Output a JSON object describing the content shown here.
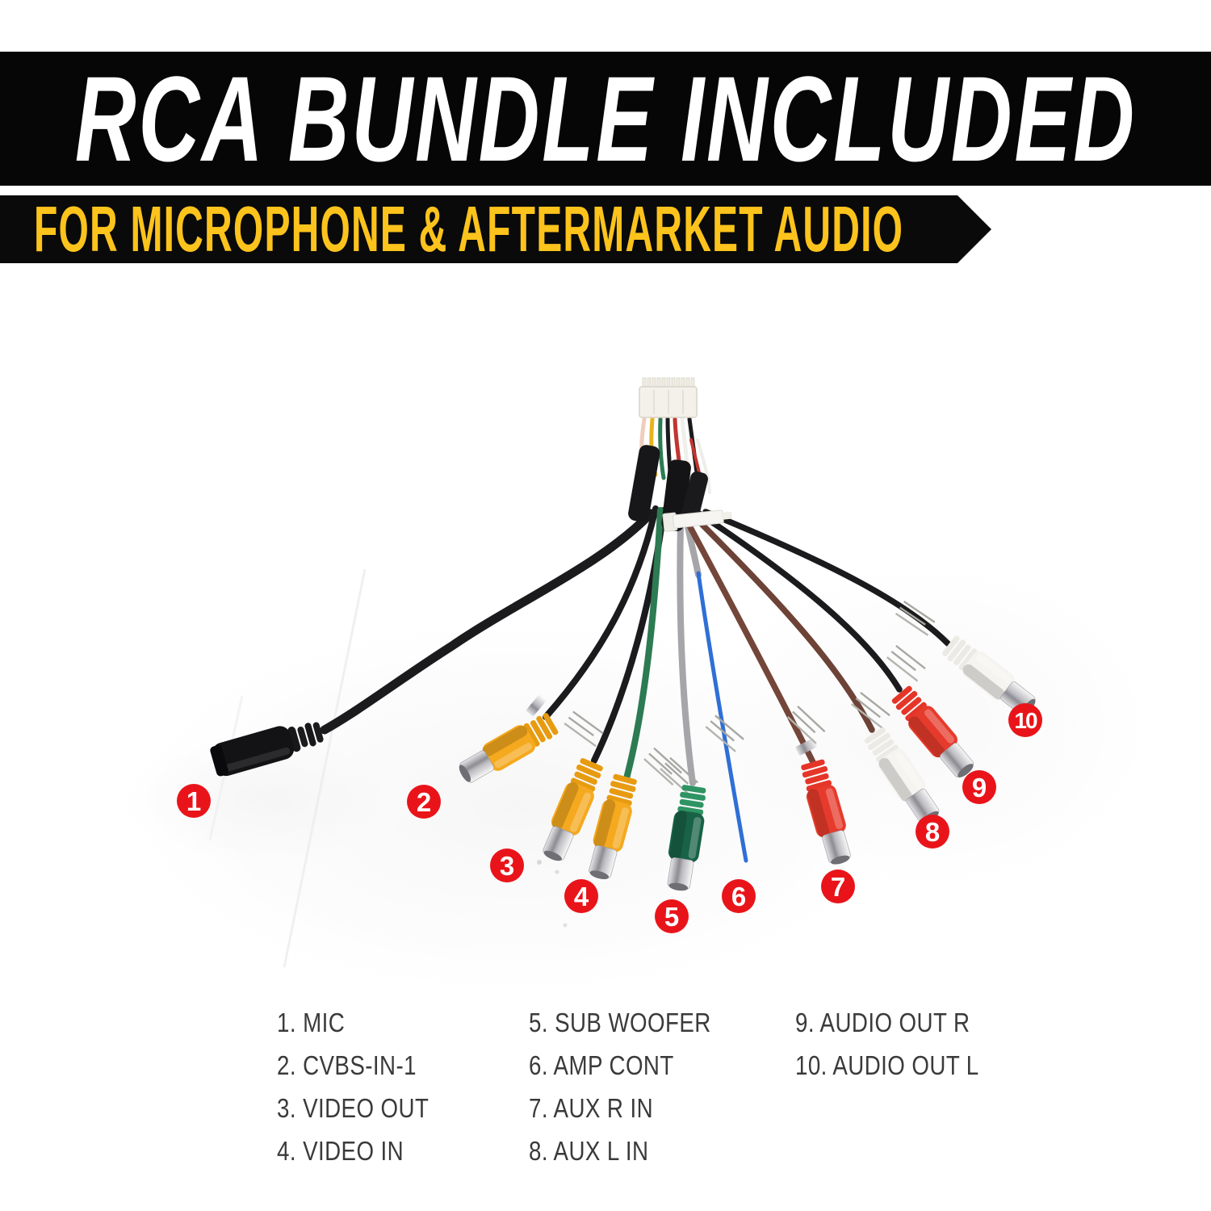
{
  "banner": {
    "title": "RCA BUNDLE INCLUDED",
    "subtitle": "FOR MICROPHONE & AFTERMARKET AUDIO"
  },
  "colors": {
    "banner_bg": "#060606",
    "title_text": "#ffffff",
    "subtitle_text": "#fcc31c",
    "marker_red": "#e9141a",
    "rca_yellow": "#f5a91e",
    "rca_green": "#186247",
    "rca_red": "#e63b2c",
    "rca_white": "#f6f4f0",
    "wire_blue": "#2f6fd6",
    "wire_brown": "#74463a",
    "wire_gray": "#a6a6aa",
    "wire_green": "#2c7b52",
    "wire_black": "#1b1b1e"
  },
  "markers": [
    {
      "num": "1"
    },
    {
      "num": "2"
    },
    {
      "num": "3"
    },
    {
      "num": "4"
    },
    {
      "num": "5"
    },
    {
      "num": "6"
    },
    {
      "num": "7"
    },
    {
      "num": "8"
    },
    {
      "num": "9"
    },
    {
      "num": "10"
    }
  ],
  "legend": {
    "col1": [
      "1. MIC",
      "2. CVBS-IN-1",
      "3. VIDEO OUT",
      "4. VIDEO IN"
    ],
    "col2": [
      "5. SUB WOOFER",
      "6. AMP CONT",
      "7. AUX R IN",
      "8. AUX L IN"
    ],
    "col3": [
      "9. AUDIO OUT R",
      "10. AUDIO OUT L"
    ]
  }
}
